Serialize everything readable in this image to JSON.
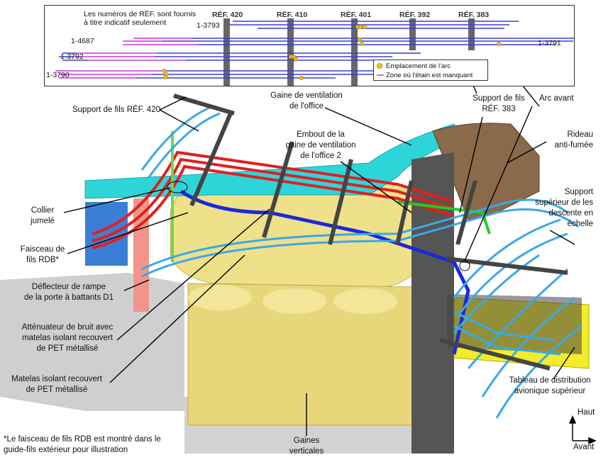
{
  "inset": {
    "note": [
      "Les numéros de RÉF. sont fournis",
      "à titre indicatif seulement"
    ],
    "refs": [
      "RÉF. 420",
      "RÉF. 410",
      "RÉF. 401",
      "RÉF. 392",
      "RÉF. 383"
    ],
    "wires": [
      "1-3793",
      "1-4687",
      "1-3792",
      "1-3790",
      "1-3791"
    ],
    "legend": {
      "arc": "Emplacement de l'arc",
      "tin": "Zone où l'étain est manquant"
    },
    "colors": {
      "wire": "#3b3fd6",
      "tin_missing": "#d46ae0",
      "arc": "#f1c40f",
      "ref_bar": "#666666"
    }
  },
  "labels": {
    "support420": "Support de fils RÉF. 420",
    "gaine": [
      "Gaine de ventilation",
      "de l'office"
    ],
    "support383": [
      "Support de fils",
      "RÉF. 383"
    ],
    "arc_avant": "Arc avant",
    "embout": [
      "Embout de la",
      "gaine de ventilation",
      "de l'office 2"
    ],
    "rideau": [
      "Rideau",
      "anti-fumée"
    ],
    "collier": [
      "Collier",
      "jumelé"
    ],
    "support_sup": [
      "Support",
      "supérieur de les",
      "descente en",
      "échelle"
    ],
    "faisceau": [
      "Faisceau de",
      "fils RDB*"
    ],
    "deflecteur": [
      "Déflecteur de rampe",
      "de la porte à battants D1"
    ],
    "attenuateur": [
      "Atténuateur de bruit avec",
      "matelas isolant recouvert",
      "de PET métallisé"
    ],
    "matelas": [
      "Matelas isolant recouvert",
      "de PET métallisé"
    ],
    "tableau": [
      "Tableau de distribution",
      "avionique supérieur"
    ],
    "footnote": [
      "*Le faisceau de fils RDB est montré dans le",
      "guide-fils extérieur pour illustration"
    ],
    "gaines_v": [
      "Gaines",
      "verticales"
    ],
    "haut": "Haut",
    "avant": "Avant"
  }
}
